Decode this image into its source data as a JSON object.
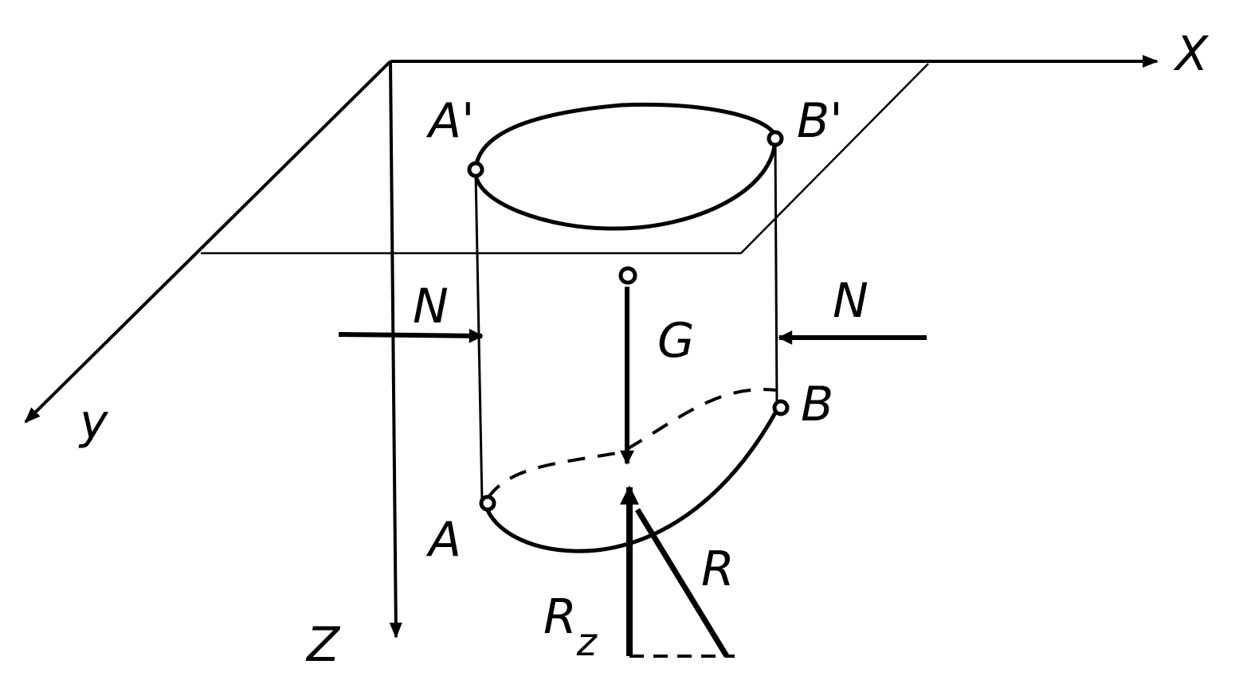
{
  "axes": {
    "x": "X",
    "y": "y",
    "z": "Z"
  },
  "points": {
    "a": "A",
    "a_prime": "A'",
    "b": "B",
    "b_prime": "B'"
  },
  "forces": {
    "n_left": "N",
    "n_right": "N",
    "g": "G",
    "r": "R",
    "rz_main": "R",
    "rz_sub": "z"
  },
  "colors": {
    "ink": "#000000",
    "background": "#ffffff"
  }
}
